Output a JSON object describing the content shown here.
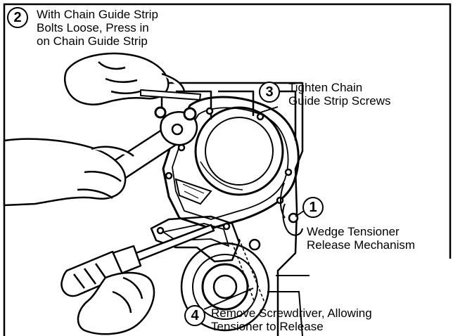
{
  "steps": [
    {
      "number": "2",
      "lines": [
        "With Chain Guide Strip",
        "Bolts Loose, Press in",
        "on Chain Guide Strip"
      ]
    },
    {
      "number": "3",
      "lines": [
        "Tighten Chain",
        "Guide Strip Screws"
      ]
    },
    {
      "number": "1",
      "lines": [
        "Wedge Tensioner",
        "Release Mechanism"
      ]
    },
    {
      "number": "4",
      "lines": [
        "Remove Screwdriver, Allowing",
        "Tensioner to Release"
      ]
    }
  ],
  "colors": {
    "ink": "#000000",
    "paper": "#ffffff"
  }
}
